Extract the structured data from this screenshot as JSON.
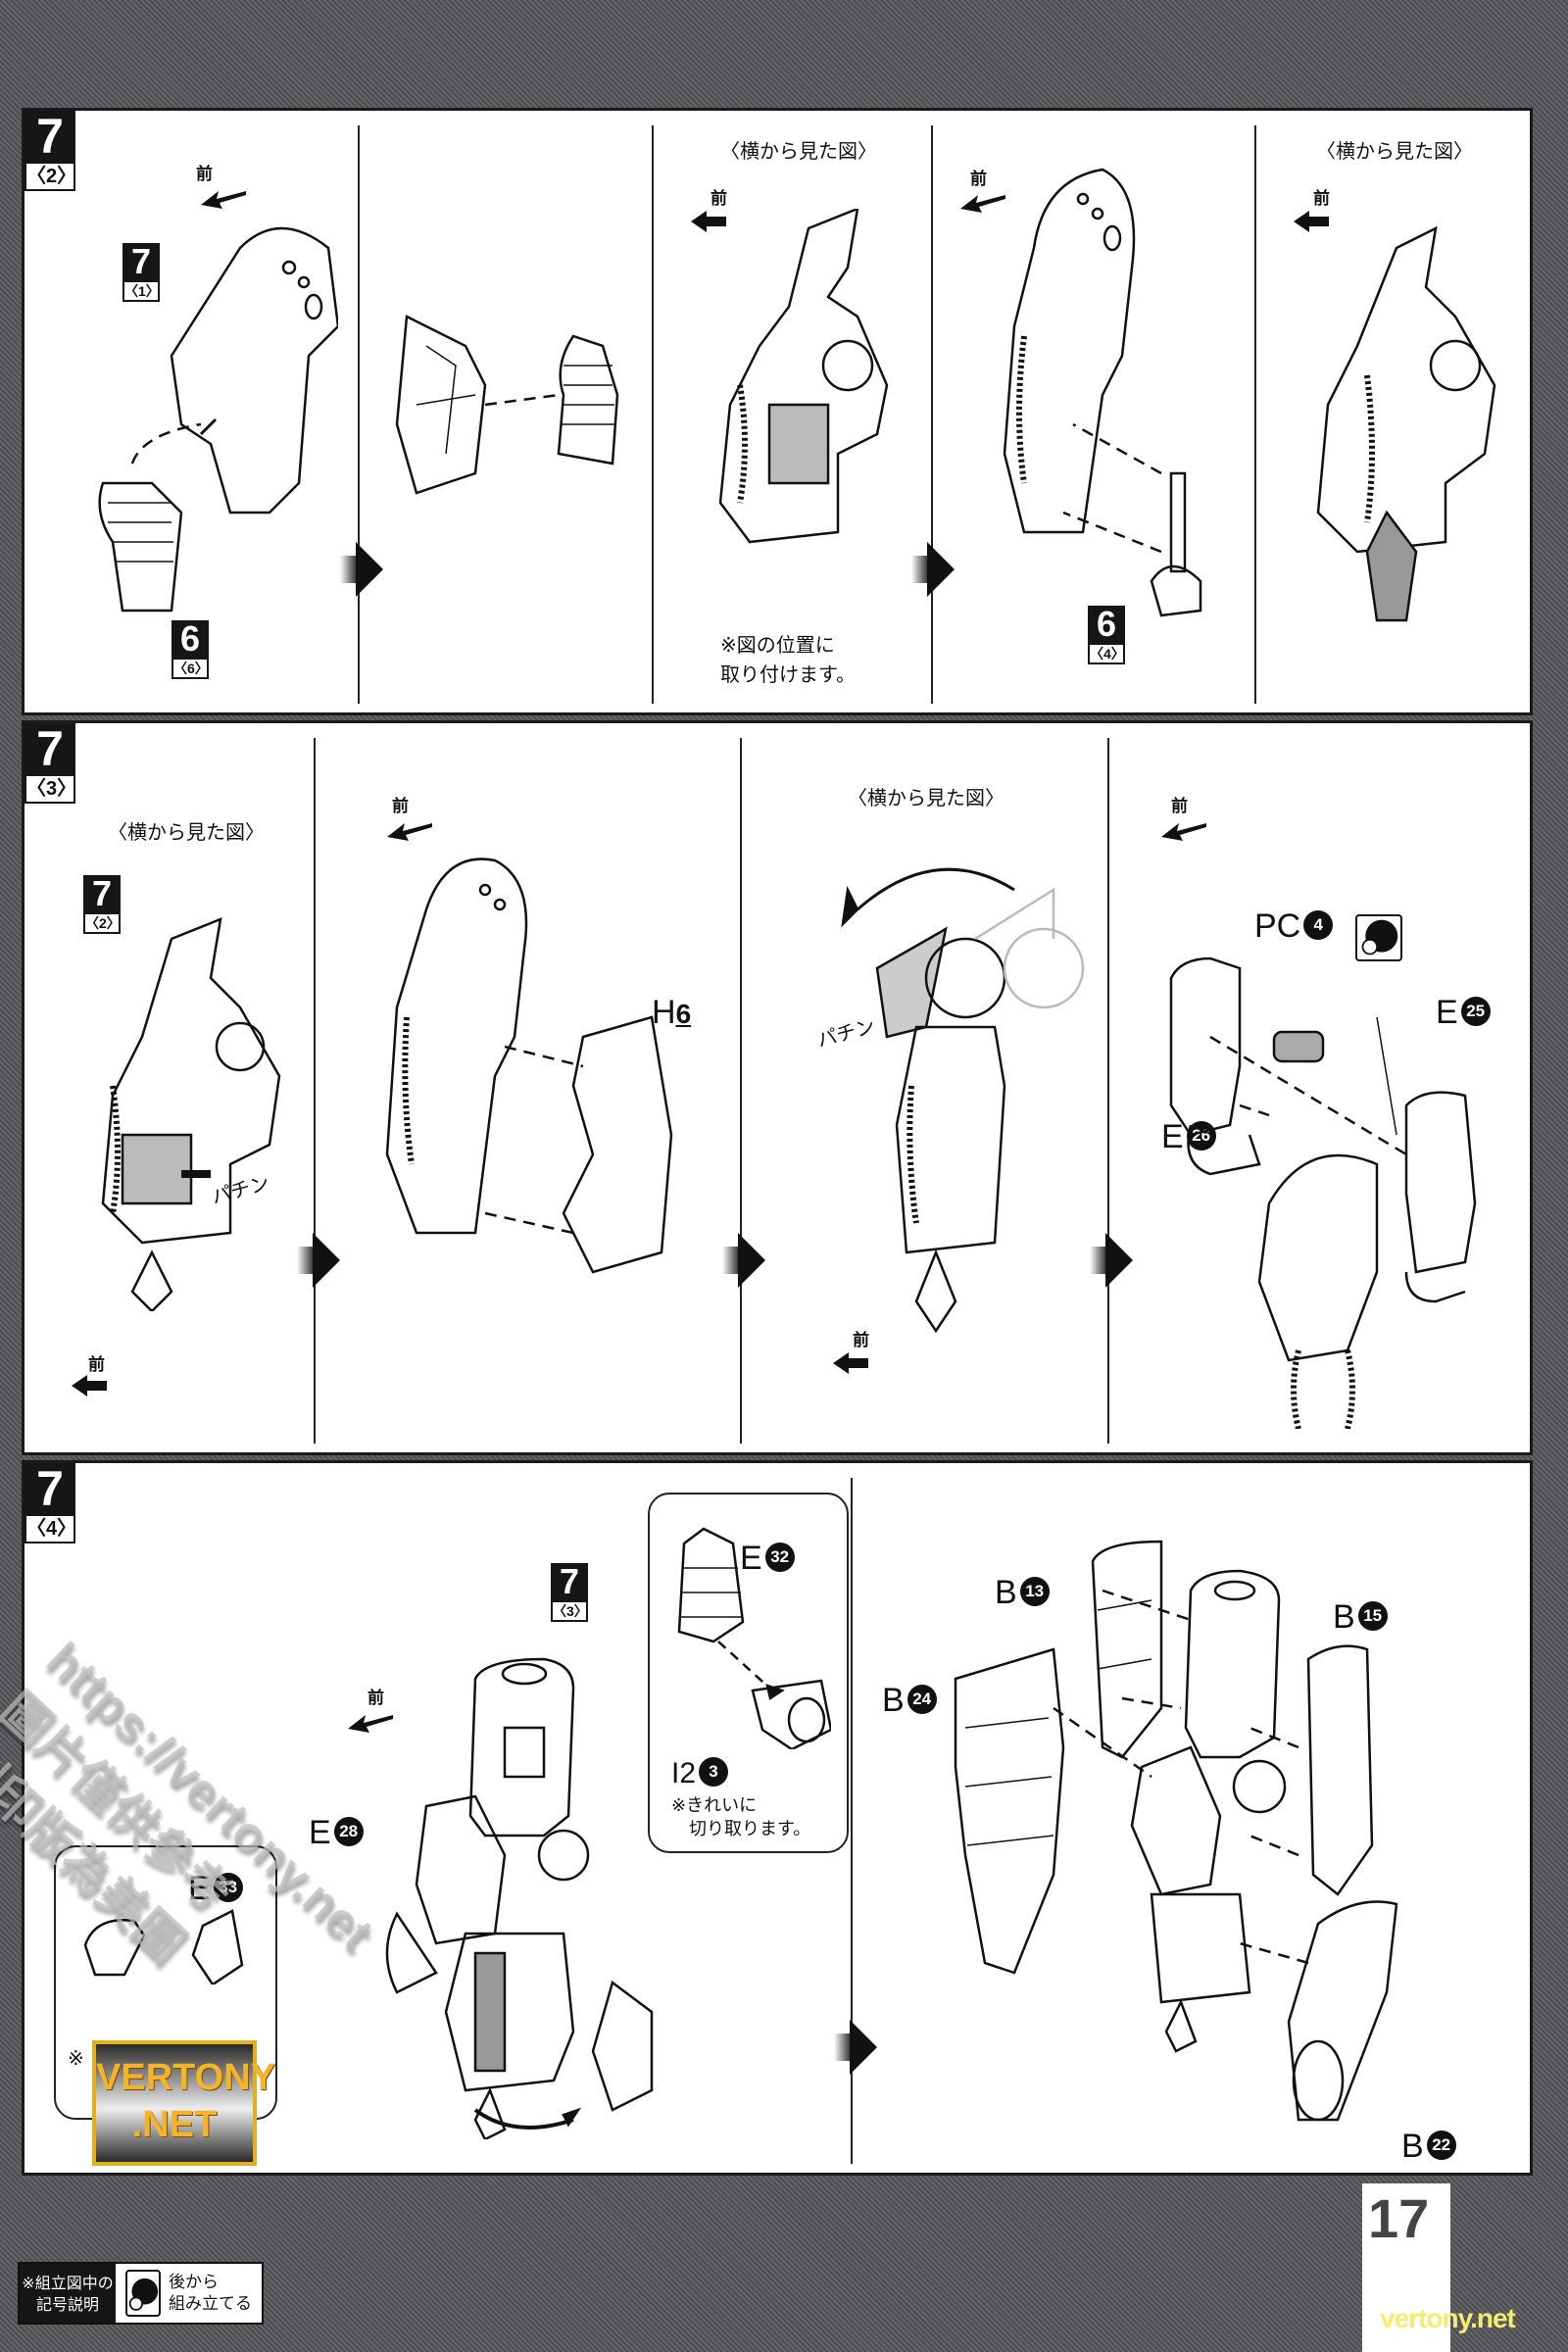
{
  "page": {
    "number": "17"
  },
  "steps": [
    {
      "step": "7",
      "sub": "〈2〉",
      "front_label": "前",
      "side_view_label": "〈横から見た図〉",
      "subassembly_refs": [
        {
          "step": "7",
          "sub": "〈1〉"
        },
        {
          "step": "6",
          "sub": "〈6〉"
        },
        {
          "step": "6",
          "sub": "〈4〉"
        }
      ],
      "note": [
        "※図の位置に",
        "取り付けます。"
      ]
    },
    {
      "step": "7",
      "sub": "〈3〉",
      "front_label": "前",
      "side_view_label": "〈横から見た図〉",
      "subassembly_refs": [
        {
          "step": "7",
          "sub": "〈2〉"
        }
      ],
      "sound_label": "パチン",
      "parts": [
        {
          "letter": "H",
          "num": "6"
        },
        {
          "letter": "PC",
          "num": "4"
        },
        {
          "letter": "E",
          "num": "25"
        },
        {
          "letter": "E",
          "num": "26"
        }
      ]
    },
    {
      "step": "7",
      "sub": "〈4〉",
      "front_label": "前",
      "subassembly_refs": [
        {
          "step": "7",
          "sub": "〈3〉"
        }
      ],
      "parts": [
        {
          "letter": "E",
          "num": "28"
        },
        {
          "letter": "E",
          "num": "32"
        },
        {
          "letter": "I2",
          "num": "3"
        },
        {
          "letter": "E",
          "num": "33"
        },
        {
          "letter": "B",
          "num": "13"
        },
        {
          "letter": "B",
          "num": "15"
        },
        {
          "letter": "B",
          "num": "24"
        },
        {
          "letter": "B",
          "num": "22"
        }
      ],
      "note": [
        "※きれいに",
        "切り取ります。"
      ],
      "note_partial": "※"
    }
  ],
  "legend": {
    "title_lines": [
      "※組立図中の",
      "記号説明"
    ],
    "symbol_icon": "assemble-later-icon",
    "symbol_lines": [
      "後から",
      "組み立てる"
    ]
  },
  "watermarks": {
    "logo_lines": [
      "VERTONY",
      ".NET"
    ],
    "site": "vertony.net",
    "diagonal_lines": [
      "https://vertony.net",
      "圖片僅供參考",
      "列印版為美圖"
    ]
  }
}
